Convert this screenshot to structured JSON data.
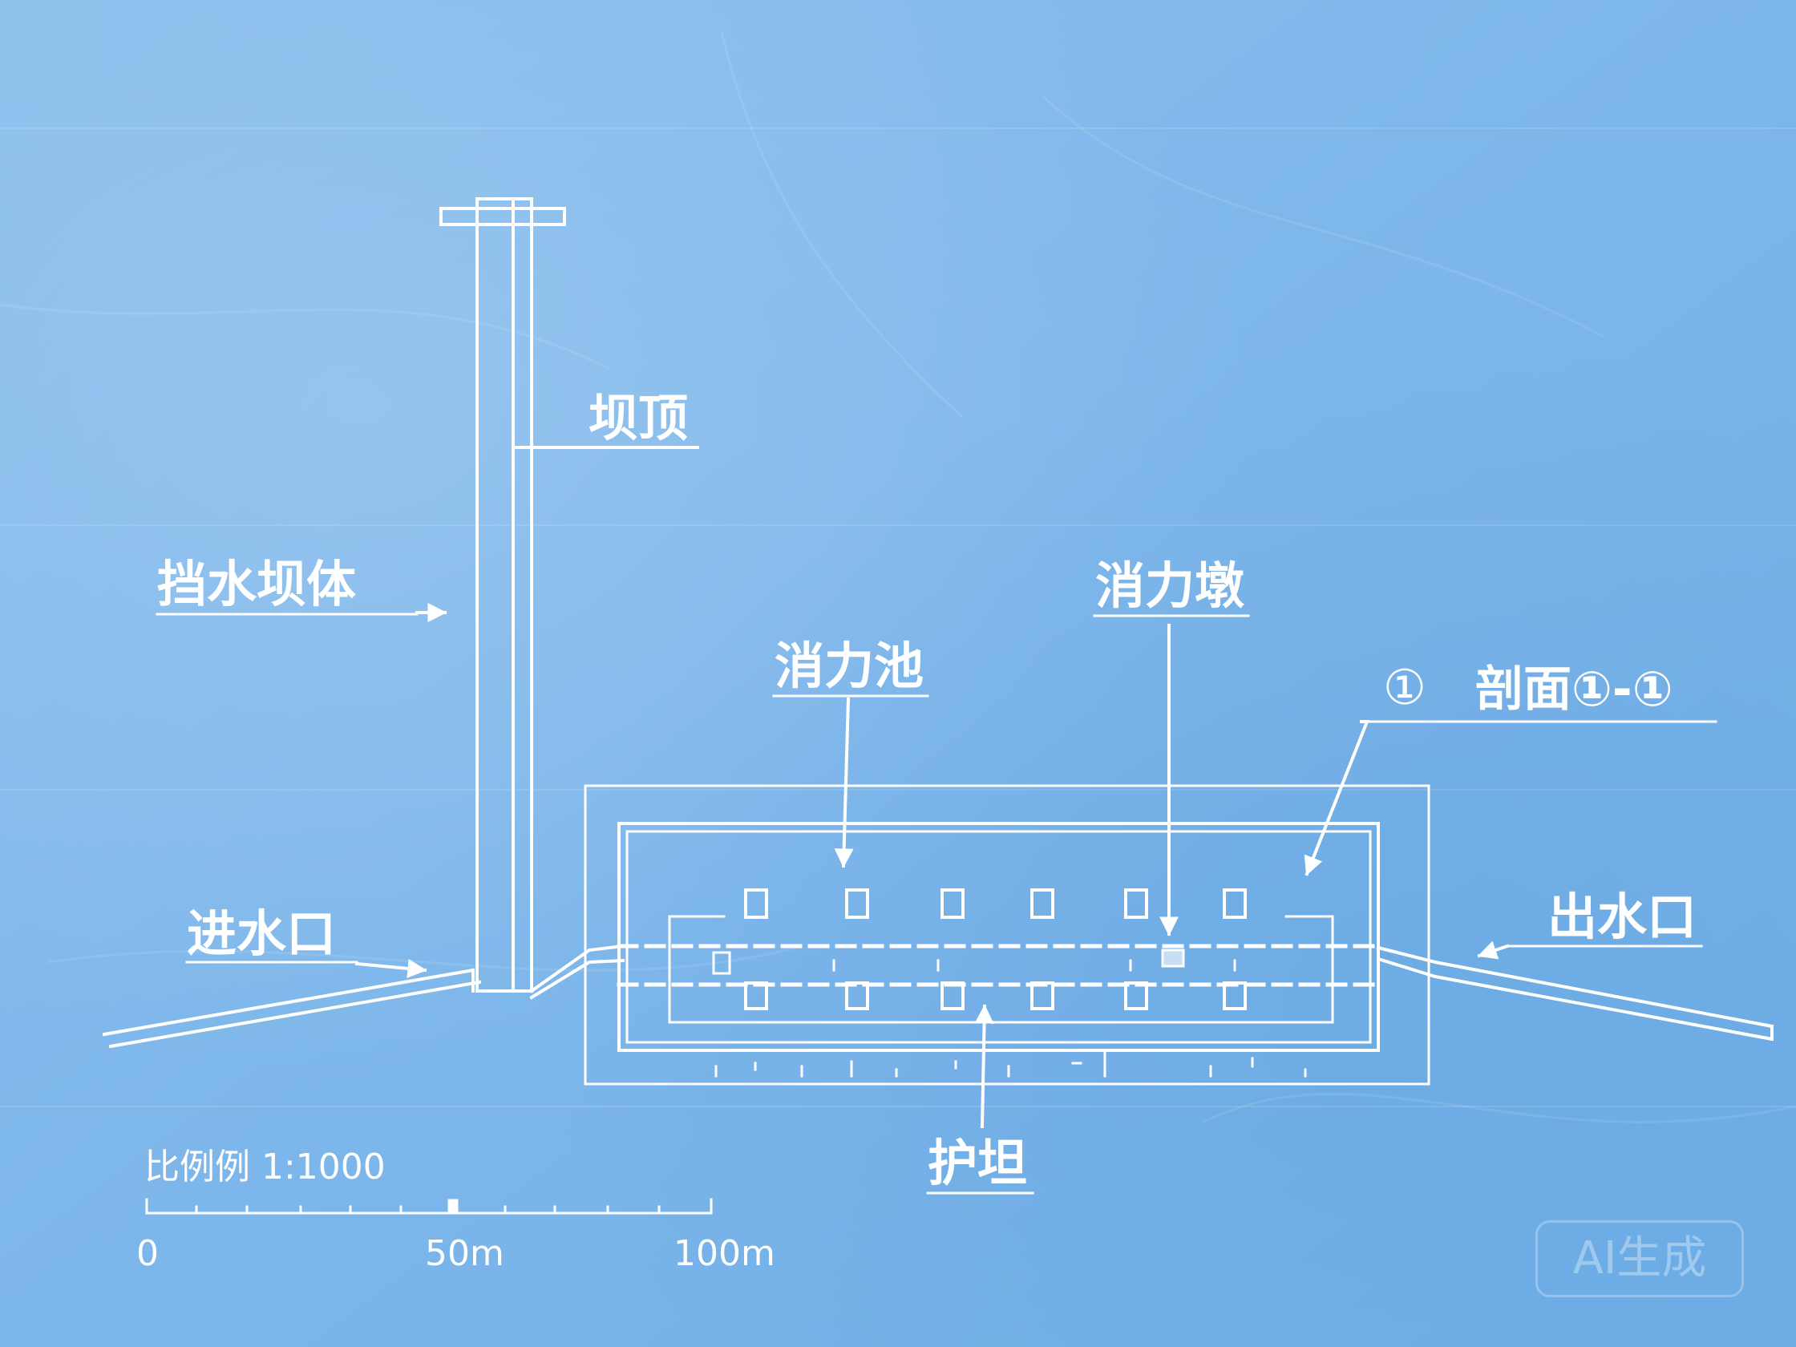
{
  "labels": {
    "dam_body": "挡水坝体",
    "dam_crest": "坝顶",
    "inlet": "进水口",
    "stilling_basin": "消力池",
    "baffle_block": "消力墩",
    "section_marker": "①",
    "section_label": "剖面①-①",
    "outlet": "出水口",
    "apron": "护坦"
  },
  "scale_bar": {
    "title": "比例例 1:1000",
    "tick_0": "0",
    "tick_50": "50m",
    "tick_100": "100m"
  },
  "watermark": "AI生成",
  "colors": {
    "paper": "#7fb7ea",
    "paper_light": "#a9cff2",
    "paper_dark": "#5f9fdc",
    "ink": "#ffffff"
  }
}
